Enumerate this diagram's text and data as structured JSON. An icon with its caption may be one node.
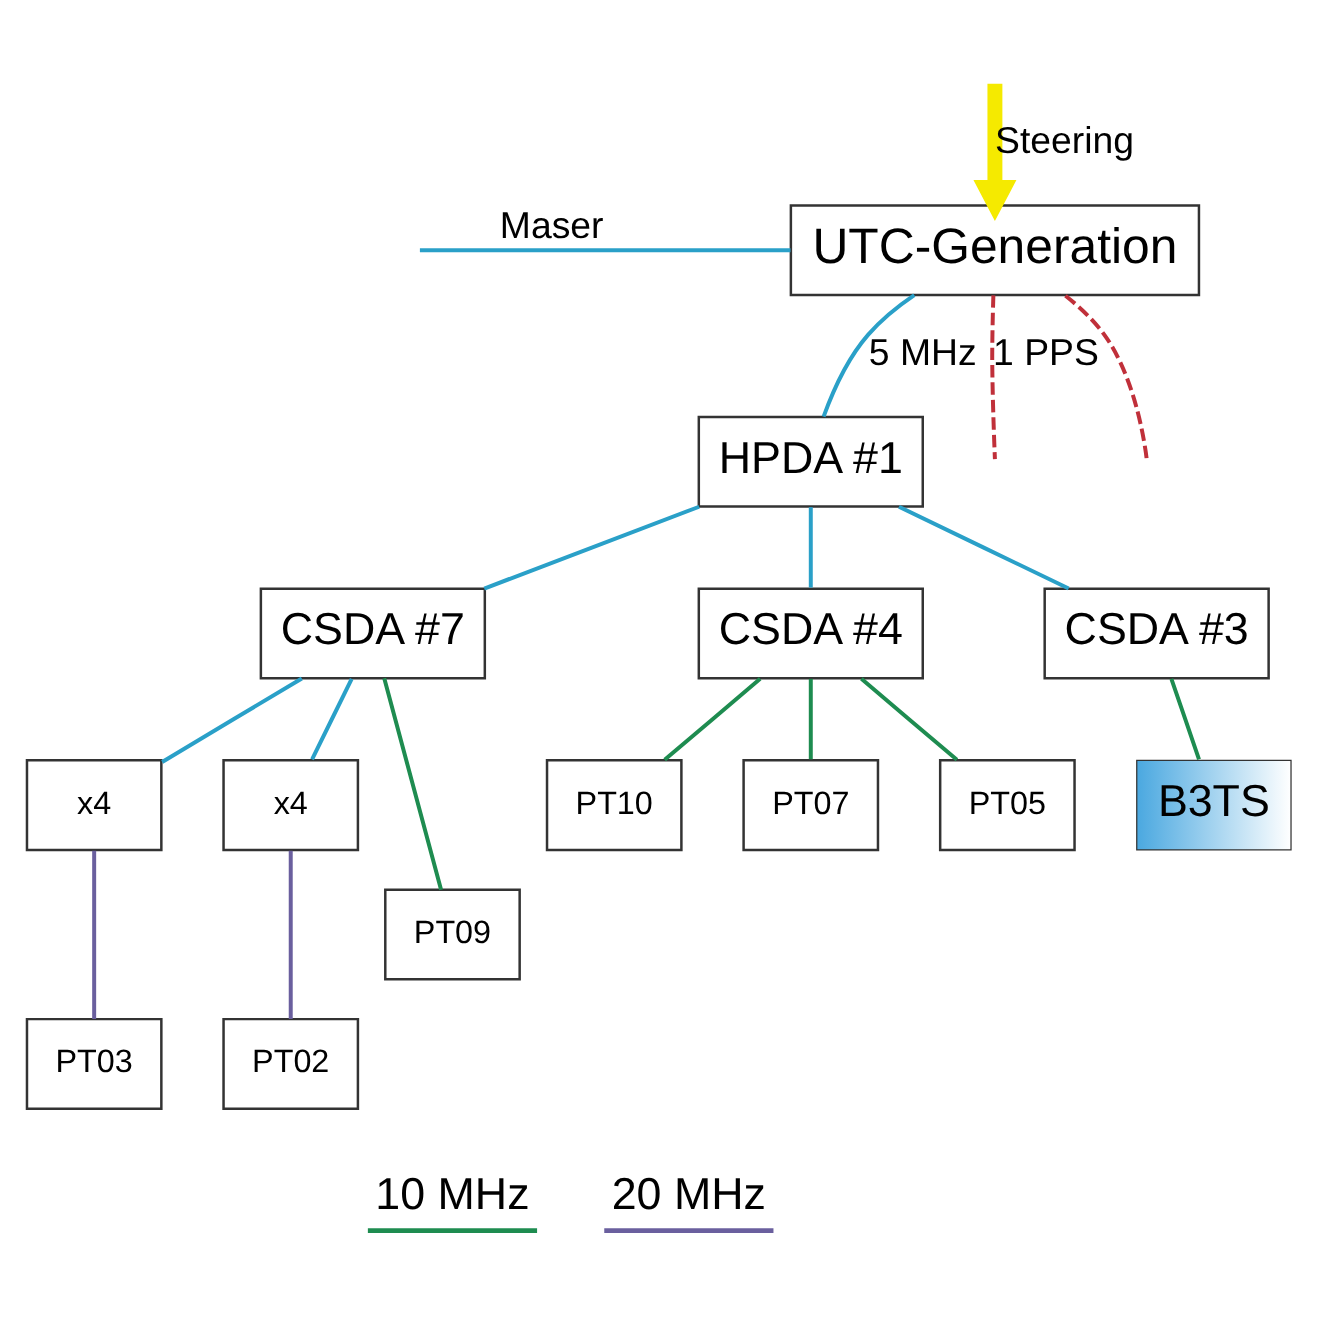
{
  "diagram": {
    "nodes": [
      {
        "text": [
          "UTC-Generation"
        ]
      },
      {
        "text": [
          "HPDA #1"
        ]
      },
      {
        "text": [
          "CSDA #7"
        ]
      },
      {
        "text": [
          "CSDA #4"
        ]
      },
      {
        "text": [
          "CSDA #3"
        ]
      },
      {
        "text": [
          "x4"
        ]
      },
      {
        "text": [
          "x4"
        ]
      },
      {
        "text": [
          "PT10"
        ]
      },
      {
        "text": [
          "B3TS"
        ]
      },
      {
        "text": [
          "PT07"
        ]
      },
      {
        "text": [
          "PT03"
        ]
      },
      {
        "text": [
          "PT02"
        ]
      },
      {
        "text": [
          "PT05"
        ]
      },
      {
        "text": [
          "PT09"
        ]
      }
    ],
    "edges": [
      {
        "from": null,
        "to": 0,
        "arrow": "none",
        "label": "Maser"
      },
      {
        "from": 0,
        "to": null,
        "arrow": "none",
        "label": "1 PPS",
        "style": "dashed",
        "color": "#c0303a"
      },
      {
        "from": 0,
        "to": null,
        "arrow": "none",
        "style": "dashed",
        "color": "#c0303a"
      },
      {
        "from": null,
        "to": 0,
        "arrow": "to",
        "label": "Steering",
        "style": "thick",
        "color": "#f5ea00"
      },
      {
        "from": 0,
        "to": 1,
        "arrow": "none",
        "label": "5 MHz"
      },
      {
        "from": 1,
        "to": 2,
        "arrow": "none"
      },
      {
        "from": 1,
        "to": 3,
        "arrow": "none"
      },
      {
        "from": 1,
        "to": 4,
        "arrow": "none"
      },
      {
        "from": 2,
        "to": 5,
        "arrow": "none"
      },
      {
        "from": 2,
        "to": 6,
        "arrow": "none"
      },
      {
        "from": 5,
        "to": 10,
        "arrow": "none",
        "color": "#6a5f9e"
      },
      {
        "from": 6,
        "to": 11,
        "arrow": "none",
        "color": "#6a5f9e"
      },
      {
        "from": 2,
        "to": 13,
        "arrow": "none",
        "color": "#1e8c50"
      },
      {
        "from": 3,
        "to": 7,
        "arrow": "none",
        "color": "#1e8c50"
      },
      {
        "from": 3,
        "to": 9,
        "arrow": "none",
        "color": "#1e8c50"
      },
      {
        "from": 3,
        "to": 12,
        "arrow": "none",
        "color": "#1e8c50"
      },
      {
        "from": 4,
        "to": 8,
        "arrow": "none",
        "color": "#1e8c50"
      }
    ],
    "legend": [
      {
        "text": "10 MHz"
      },
      {
        "text": "20 MHz"
      }
    ]
  }
}
